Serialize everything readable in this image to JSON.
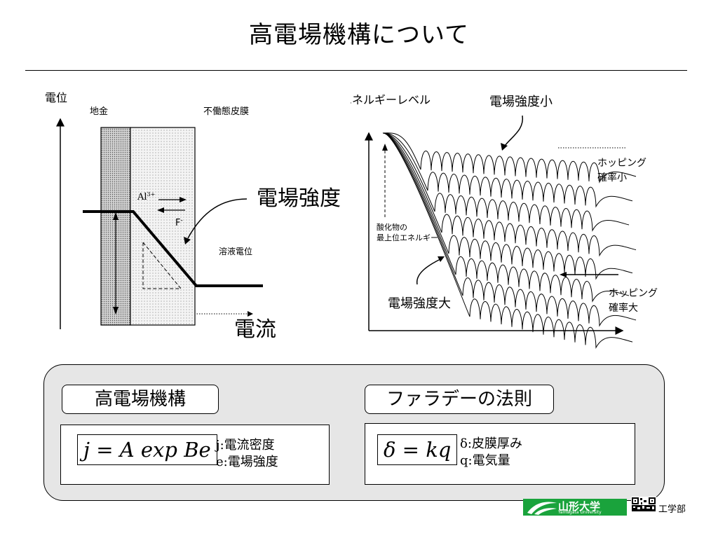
{
  "title": "高電場機構について",
  "left_diagram": {
    "y_axis_label": "電位",
    "metal_label": "地金",
    "film_label": "不働態皮膜",
    "al_ion_base": "Al",
    "al_ion_sup": "3+",
    "f_ion_base": "F",
    "f_ion_sup": "-",
    "field_label": "電場強度",
    "solution_label": "溶液電位",
    "current_label": "電流"
  },
  "right_diagram": {
    "energy_label": "エネルギーレベル",
    "weak_field_label": "電場強度小",
    "hop_low_line1": "ホッピング",
    "hop_low_line2": "確率小",
    "oxide_line1": "酸化物の",
    "oxide_line2": "最上位エネルギー",
    "strong_field_label": "電場強度大",
    "hop_high_line1": "ホッピング",
    "hop_high_line2": "確率大"
  },
  "high_field": {
    "label": "高電場機構",
    "formula": "j = A exp Be",
    "def1_symbol": "j:",
    "def1_text": "電流密度",
    "def2_symbol": "e:",
    "def2_text": "電場強度"
  },
  "faraday": {
    "label": "ファラデーの法則",
    "formula": "δ = kq",
    "def1_symbol": "δ:",
    "def1_text": "皮膜厚み",
    "def2_symbol": "q:",
    "def2_text": "電気量"
  },
  "footer": {
    "university_logo_text": "山形大学",
    "university_romaji": "Yamagata University",
    "faculty": "工学部"
  }
}
